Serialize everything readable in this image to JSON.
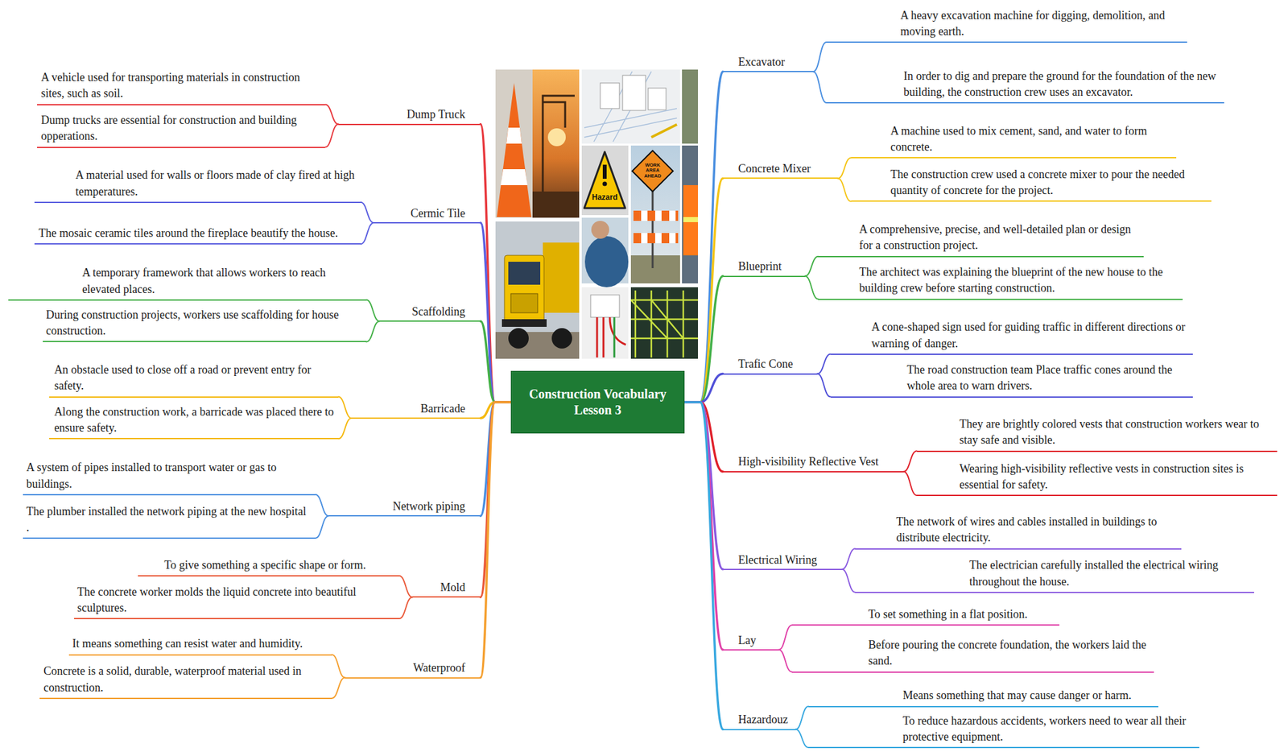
{
  "diagram": {
    "nodes": [
      {
        "text": [
          "Construction Vocabulary Lesson 3"
        ]
      },
      {
        "text": [
          "Dump Truck"
        ]
      },
      {
        "text": [
          "A vehicle used for transporting materials in construction sites, such as soil."
        ]
      },
      {
        "text": [
          "Dump trucks are essential for construction and building opperations."
        ]
      },
      {
        "text": [
          "Cermic Tile"
        ]
      },
      {
        "text": [
          "A material used for walls or floors made of clay fired at high temperatures."
        ]
      },
      {
        "text": [
          "The mosaic ceramic tiles around the fireplace beautify the house."
        ]
      },
      {
        "text": [
          "Scaffolding"
        ]
      },
      {
        "text": [
          "A temporary framework that allows workers to reach elevated places."
        ]
      },
      {
        "text": [
          "During construction projects, workers use scaffolding for house construction."
        ]
      },
      {
        "text": [
          "Barricade"
        ]
      },
      {
        "text": [
          "An obstacle used to close off a road or prevent entry for safety."
        ]
      },
      {
        "text": [
          "Along the construction work, a barricade was placed there to ensure safety."
        ]
      },
      {
        "text": [
          "Network piping"
        ]
      },
      {
        "text": [
          "A system of pipes installed to transport water or gas to buildings."
        ]
      },
      {
        "text": [
          "The plumber installed the network piping at the new hospital ."
        ]
      },
      {
        "text": [
          "Mold"
        ]
      },
      {
        "text": [
          "To give something a specific shape or form."
        ]
      },
      {
        "text": [
          "The concrete worker molds the liquid concrete into beautiful sculptures."
        ]
      },
      {
        "text": [
          "Waterproof"
        ]
      },
      {
        "text": [
          "It means something can resist water and humidity."
        ]
      },
      {
        "text": [
          "Concrete is a solid, durable, waterproof material used in construction."
        ]
      },
      {
        "text": [
          "Excavator"
        ]
      },
      {
        "text": [
          "A heavy excavation machine for digging, demolition, and moving earth."
        ]
      },
      {
        "text": [
          "In order to dig and prepare the ground for the foundation of the new building, the construction crew uses an excavator."
        ]
      },
      {
        "text": [
          "Concrete Mixer"
        ]
      },
      {
        "text": [
          "A machine used to mix cement, sand, and water to form concrete."
        ]
      },
      {
        "text": [
          "The construction crew used a concrete mixer to pour the needed quantity of concrete for the project."
        ]
      },
      {
        "text": [
          "Blueprint"
        ]
      },
      {
        "text": [
          "A comprehensive, precise, and well-detailed plan or design for a construction project."
        ]
      },
      {
        "text": [
          "The architect was explaining the blueprint of the new house to the building crew before starting construction."
        ]
      },
      {
        "text": [
          "Trafic Cone"
        ]
      },
      {
        "text": [
          "A cone-shaped sign used for guiding traffic in different directions or warning of danger."
        ]
      },
      {
        "text": [
          "The road construction team Place traffic cones around the whole area to warn drivers."
        ]
      },
      {
        "text": [
          "High-visibility Reflective Vest"
        ]
      },
      {
        "text": [
          "They are brightly colored vests that construction workers wear to stay safe and visible."
        ]
      },
      {
        "text": [
          "Wearing high-visibility reflective vests in construction sites is essential for safety."
        ]
      },
      {
        "text": [
          "Electrical Wiring"
        ]
      },
      {
        "text": [
          "The network of wires and cables installed in buildings to distribute electricity."
        ]
      },
      {
        "text": [
          "The electrician carefully installed the electrical wiring throughout the house."
        ]
      },
      {
        "text": [
          "Lay"
        ]
      },
      {
        "text": [
          "To set something in a flat position."
        ]
      },
      {
        "text": [
          "Before pouring the concrete foundation, the workers laid the sand."
        ]
      },
      {
        "text": [
          "Hazardouz"
        ]
      },
      {
        "text": [
          "Means something that may cause danger or harm."
        ]
      },
      {
        "text": [
          "To reduce hazardous accidents, workers need to wear all their protective equipment."
        ]
      }
    ],
    "edges": [
      {
        "from": 0,
        "to": 1,
        "arrow": "none"
      },
      {
        "from": 1,
        "to": 2,
        "arrow": "none"
      },
      {
        "from": 1,
        "to": 3,
        "arrow": "none"
      },
      {
        "from": 0,
        "to": 4,
        "arrow": "none"
      },
      {
        "from": 4,
        "to": 5,
        "arrow": "none"
      },
      {
        "from": 4,
        "to": 6,
        "arrow": "none"
      },
      {
        "from": 0,
        "to": 7,
        "arrow": "none"
      },
      {
        "from": 7,
        "to": 8,
        "arrow": "none"
      },
      {
        "from": 7,
        "to": 9,
        "arrow": "none"
      },
      {
        "from": 0,
        "to": 10,
        "arrow": "none"
      },
      {
        "from": 10,
        "to": 11,
        "arrow": "none"
      },
      {
        "from": 10,
        "to": 12,
        "arrow": "none"
      },
      {
        "from": 0,
        "to": 13,
        "arrow": "none"
      },
      {
        "from": 13,
        "to": 14,
        "arrow": "none"
      },
      {
        "from": 13,
        "to": 15,
        "arrow": "none"
      },
      {
        "from": 0,
        "to": 16,
        "arrow": "none"
      },
      {
        "from": 16,
        "to": 17,
        "arrow": "none"
      },
      {
        "from": 16,
        "to": 18,
        "arrow": "none"
      },
      {
        "from": 0,
        "to": 19,
        "arrow": "none"
      },
      {
        "from": 19,
        "to": 20,
        "arrow": "none"
      },
      {
        "from": 19,
        "to": 21,
        "arrow": "none"
      },
      {
        "from": 0,
        "to": 22,
        "arrow": "none"
      },
      {
        "from": 22,
        "to": 23,
        "arrow": "none"
      },
      {
        "from": 22,
        "to": 24,
        "arrow": "none"
      },
      {
        "from": 0,
        "to": 25,
        "arrow": "none"
      },
      {
        "from": 25,
        "to": 26,
        "arrow": "none"
      },
      {
        "from": 25,
        "to": 27,
        "arrow": "none"
      },
      {
        "from": 0,
        "to": 28,
        "arrow": "none"
      },
      {
        "from": 28,
        "to": 29,
        "arrow": "none"
      },
      {
        "from": 28,
        "to": 30,
        "arrow": "none"
      },
      {
        "from": 0,
        "to": 31,
        "arrow": "none"
      },
      {
        "from": 31,
        "to": 32,
        "arrow": "none"
      },
      {
        "from": 31,
        "to": 33,
        "arrow": "none"
      },
      {
        "from": 0,
        "to": 34,
        "arrow": "none"
      },
      {
        "from": 34,
        "to": 35,
        "arrow": "none"
      },
      {
        "from": 34,
        "to": 36,
        "arrow": "none"
      },
      {
        "from": 0,
        "to": 37,
        "arrow": "none"
      },
      {
        "from": 37,
        "to": 38,
        "arrow": "none"
      },
      {
        "from": 37,
        "to": 39,
        "arrow": "none"
      },
      {
        "from": 0,
        "to": 40,
        "arrow": "none"
      },
      {
        "from": 40,
        "to": 41,
        "arrow": "none"
      },
      {
        "from": 40,
        "to": 42,
        "arrow": "none"
      },
      {
        "from": 0,
        "to": 43,
        "arrow": "none"
      },
      {
        "from": 43,
        "to": 44,
        "arrow": "none"
      },
      {
        "from": 43,
        "to": 45,
        "arrow": "none"
      }
    ],
    "labels": [
      "Hazard",
      "WORK AREA AHEAD"
    ]
  }
}
